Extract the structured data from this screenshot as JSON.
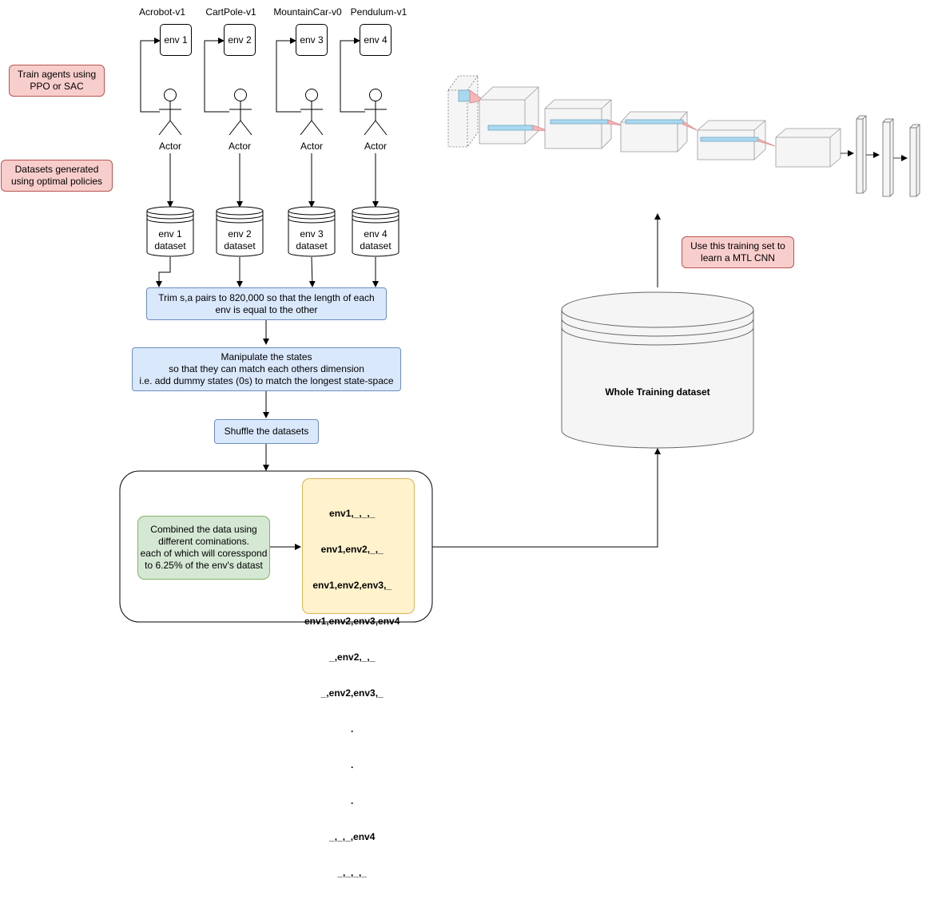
{
  "envs": [
    {
      "title": "Acrobot-v1",
      "box_label": "env 1",
      "actor_label": "Actor",
      "dataset_line1": "env 1",
      "dataset_line2": "dataset"
    },
    {
      "title": "CartPole-v1",
      "box_label": "env 2",
      "actor_label": "Actor",
      "dataset_line1": "env 2",
      "dataset_line2": "dataset"
    },
    {
      "title": "MountainCar-v0",
      "box_label": "env 3",
      "actor_label": "Actor",
      "dataset_line1": "env 3",
      "dataset_line2": "dataset"
    },
    {
      "title": "Pendulum-v1",
      "box_label": "env 4",
      "actor_label": "Actor",
      "dataset_line1": "env 4",
      "dataset_line2": "dataset"
    }
  ],
  "notes": {
    "train_agents": {
      "line1": "Train agents using",
      "line2": "PPO or SAC"
    },
    "datasets_generated": {
      "line1": "Datasets generated",
      "line2": "using optimal policies"
    },
    "use_training_set": {
      "line1": "Use this training set to",
      "line2": "learn a MTL CNN"
    }
  },
  "steps": {
    "trim": {
      "line1": "Trim s,a pairs to 820,000 so that the length of each",
      "line2": "env is equal to the other"
    },
    "manipulate": {
      "line1": "Manipulate the states",
      "line2": "so that they can match each others dimension",
      "line3": "i.e. add dummy states (0s) to match the longest state-space"
    },
    "shuffle": {
      "label": "Shuffle the datasets"
    },
    "combine": {
      "line1": "Combined the data using",
      "line2": "different cominations.",
      "line3": "each of which will coresspond",
      "line4": "to 6.25% of the env's datast"
    }
  },
  "combinations": [
    "env1,_,_,_",
    "env1,env2,_,_",
    "env1,env2,env3,_",
    "env1,env2,env3,env4",
    "_,env2,_,_",
    "_,env2,env3,_",
    ".",
    ".",
    ".",
    "_,_,_,env4",
    "_,_,_,_"
  ],
  "whole_dataset": {
    "label": "Whole Training dataset"
  },
  "colors": {
    "note_fill": "#f8cecc",
    "note_stroke": "#b85450",
    "step_fill": "#dae8fc",
    "step_stroke": "#6c8ebf",
    "combine_fill": "#d5e8d4",
    "combine_stroke": "#82b366",
    "list_fill": "#fff2cc",
    "list_stroke": "#d6b656",
    "cnn_highlight": "#aad8ef",
    "cnn_kernel": "#f4b6b6"
  }
}
